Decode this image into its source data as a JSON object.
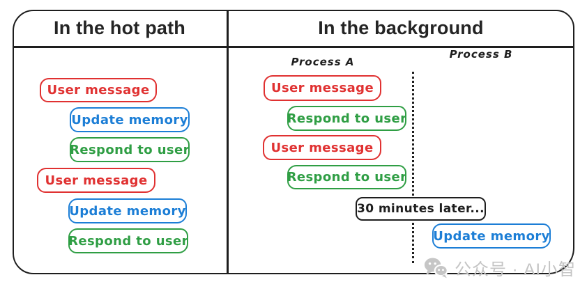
{
  "panels": {
    "hot_path": {
      "title": "In the hot path"
    },
    "background": {
      "title": "In the background",
      "process_a_label": "Process A",
      "process_b_label": "Process B",
      "delay_note": "30 minutes later..."
    }
  },
  "hot_path_steps": [
    {
      "label": "User message",
      "color": "red"
    },
    {
      "label": "Update memory",
      "color": "blue"
    },
    {
      "label": "Respond to user",
      "color": "green"
    },
    {
      "label": "User message",
      "color": "red"
    },
    {
      "label": "Update memory",
      "color": "blue"
    },
    {
      "label": "Respond to user",
      "color": "green"
    }
  ],
  "background_process_a_steps": [
    {
      "label": "User message",
      "color": "red"
    },
    {
      "label": "Respond to user",
      "color": "green"
    },
    {
      "label": "User message",
      "color": "red"
    },
    {
      "label": "Respond to user",
      "color": "green"
    }
  ],
  "background_process_b_steps": [
    {
      "label": "Update memory",
      "color": "blue"
    }
  ],
  "colors": {
    "red": "#e03131",
    "blue": "#1c7ed6",
    "green": "#2f9e44",
    "ink": "#1e1e1e",
    "watermark_gray": "#c4c4c4"
  },
  "watermark": {
    "icon": "wechat-icon",
    "text": "公众号 · AI小智"
  }
}
